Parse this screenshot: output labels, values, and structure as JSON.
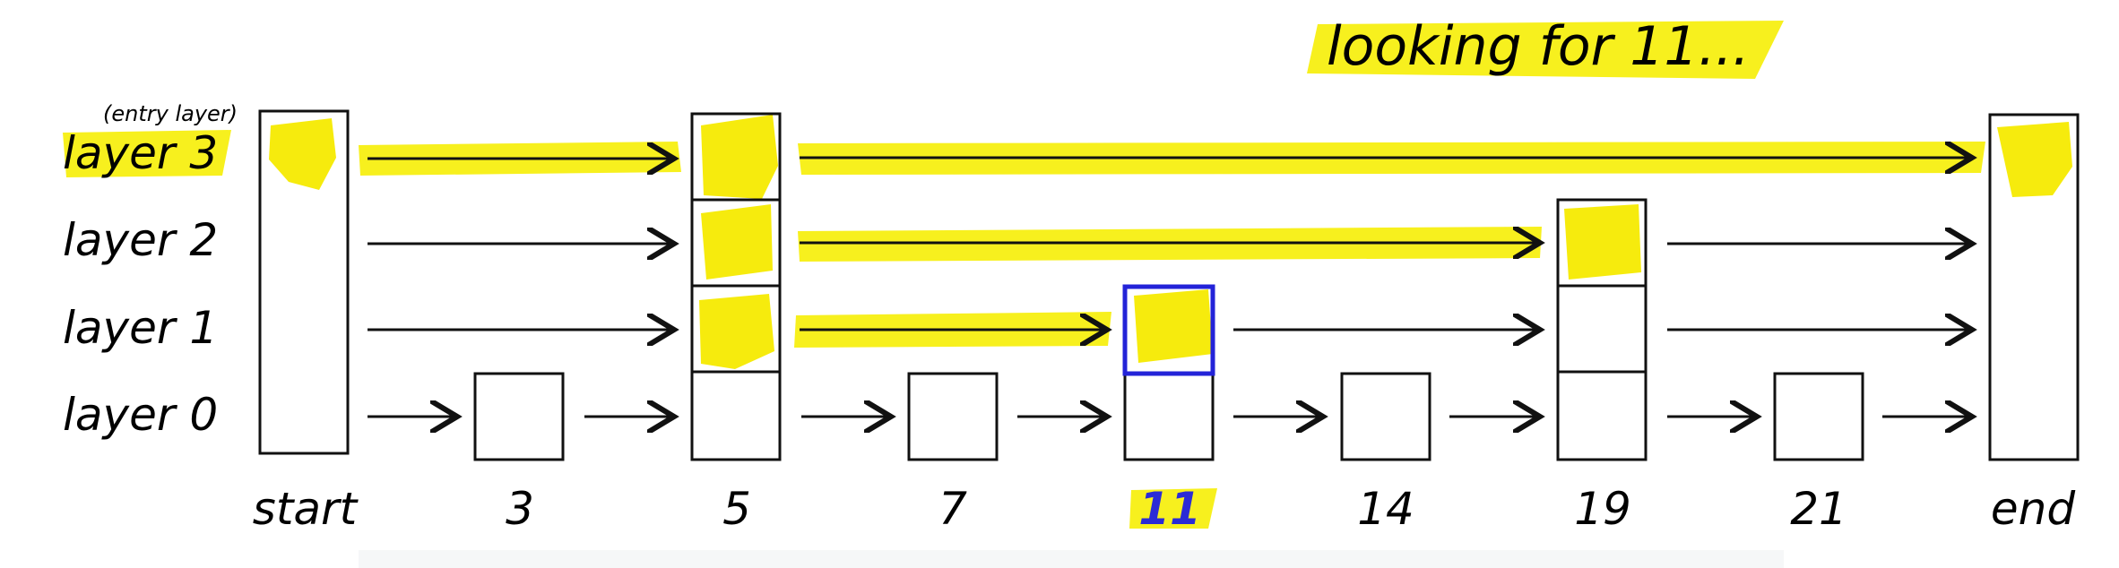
{
  "title": "looking for 11...",
  "entry_note": "(entry layer)",
  "layers": [
    {
      "label": "layer 3"
    },
    {
      "label": "layer 2"
    },
    {
      "label": "layer 1"
    },
    {
      "label": "layer 0"
    }
  ],
  "nodes": [
    {
      "label": "start"
    },
    {
      "label": "3"
    },
    {
      "label": "5"
    },
    {
      "label": "7"
    },
    {
      "label": "11"
    },
    {
      "label": "14"
    },
    {
      "label": "19"
    },
    {
      "label": "21"
    },
    {
      "label": "end"
    }
  ],
  "colors": {
    "highlight": "#f7ef12",
    "target": "#2323d8",
    "stroke": "#111111"
  }
}
